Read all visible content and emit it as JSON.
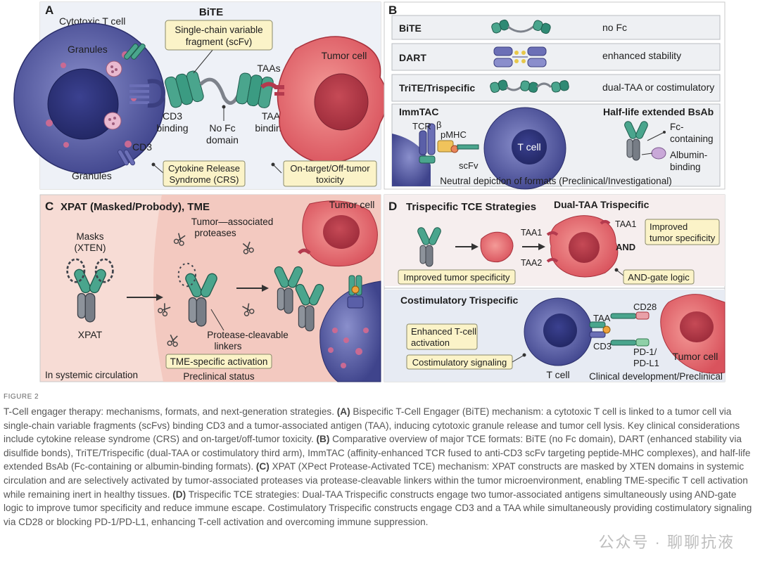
{
  "figure": {
    "panel_a": {
      "letter": "A",
      "cytotoxic_t_cell": "Cytotoxic T cell",
      "bite": "BiTE",
      "scfv_box": [
        "Single-chain variable",
        "fragment (scFv)"
      ],
      "granules_top": "Granules",
      "tumor_cell": "Tumor cell",
      "taas": "TAAs",
      "cd3_binding": [
        "CD3",
        "binding"
      ],
      "no_fc_domain": [
        "No Fc",
        "domain"
      ],
      "taa_binding": [
        "TAA",
        "binding"
      ],
      "cd3": "CD3",
      "granules_bottom": "Granules",
      "crs_box": [
        "Cytokine Release",
        "Syndrome (CRS)"
      ],
      "toxicity_box": [
        "On-target/Off-tumor",
        "toxicity"
      ]
    },
    "panel_b": {
      "letter": "B",
      "rows": [
        {
          "name": "BiTE",
          "note": "no Fc"
        },
        {
          "name": "DART",
          "note": "enhanced stability"
        },
        {
          "name": "TriTE/Trispecific",
          "note": "dual-TAA or costimulatory"
        }
      ],
      "immtac": "ImmTAC",
      "tcr": "TCR",
      "beta": "β",
      "pmhc": "pMHC",
      "t_cell": "T cell",
      "scfv": "scFv",
      "half_life": "Half-life extended BsAb",
      "fc_containing": [
        "Fc-",
        "containing"
      ],
      "albumin_binding": [
        "Albumin-",
        "binding"
      ],
      "footer": "Neutral depiction of formats (Preclinical/Investigational)"
    },
    "panel_c": {
      "letter": "C",
      "title": "XPAT (Masked/Probody), TME",
      "masks": [
        "Masks",
        "(XTEN)"
      ],
      "xpat": "XPAT",
      "proteases": [
        "Tumor—associated",
        "proteases"
      ],
      "linkers": [
        "Protease-cleavable",
        "linkers"
      ],
      "tme_box": "TME-specific activation",
      "systemic": "In systemic circulation",
      "status": "Preclinical status",
      "tumor_cell": "Tumor cell"
    },
    "panel_d": {
      "letter": "D",
      "title": "Trispecific TCE Strategies",
      "dual_taa": "Dual-TAA Trispecific",
      "taa1_left": "TAA1",
      "taa1_right": "TAA1",
      "taa2": "TAA2",
      "improved_box": [
        "Improved",
        "tumor specificity"
      ],
      "and": "AND",
      "improved_bottom_box": "Improved tumor specificity",
      "and_gate_box": "AND-gate logic",
      "costim": "Costimulatory Trispecific",
      "enhanced_box": [
        "Enhanced T-cell",
        "activation"
      ],
      "costim_box": "Costimulatory signaling",
      "taa": "TAA",
      "cd28": "CD28",
      "cd3": "CD3",
      "pd": [
        "PD-1/",
        "PD-L1"
      ],
      "tumor_cell": "Tumor cell",
      "t_cell": "T cell",
      "footer": "Clinical development/Preclinical"
    }
  },
  "caption": {
    "heading": "FIGURE 2",
    "intro": "T-Cell engager therapy: mechanisms, formats, and next-generation strategies.",
    "a_label": "(A)",
    "a_text": "Bispecific T-Cell Engager (BiTE) mechanism: a cytotoxic T cell is linked to a tumor cell via single-chain variable fragments (scFvs) binding CD3 and a tumor-associated antigen (TAA), inducing cytotoxic granule release and tumor cell lysis. Key clinical considerations include cytokine release syndrome (CRS) and on-target/off-tumor toxicity.",
    "b_label": "(B)",
    "b_text": "Comparative overview of major TCE formats: BiTE (no Fc domain), DART (enhanced stability via disulfide bonds), TriTE/Trispecific (dual-TAA or costimulatory third arm), ImmTAC (affinity-enhanced TCR fused to anti-CD3 scFv targeting peptide-MHC complexes), and half-life extended BsAb (Fc-containing or albumin-binding formats).",
    "c_label": "(C)",
    "c_text": "XPAT (XPect Protease-Activated TCE) mechanism: XPAT constructs are masked by XTEN domains in systemic circulation and are selectively activated by tumor-associated proteases via protease-cleavable linkers within the tumor microenvironment, enabling TME-specific T cell activation while remaining inert in healthy tissues.",
    "d_label": "(D)",
    "d_text": "Trispecific TCE strategies: Dual-TAA Trispecific constructs engage two tumor-associated antigens simultaneously using AND-gate logic to improve tumor specificity and reduce immune escape. Costimulatory Trispecific constructs engage CD3 and a TAA while simultaneously providing costimulatory signaling via CD28 or blocking PD-1/PD-L1, enhancing T-cell activation and overcoming immune suppression."
  },
  "watermark": "公众号 · 聊聊抗液",
  "colors": {
    "teal": "#3f9e86",
    "purple": "#5a5fa8",
    "tumor": "#e0606a",
    "callout": "#fbf3c8",
    "panel_c_bg": "#f7dcd5"
  }
}
